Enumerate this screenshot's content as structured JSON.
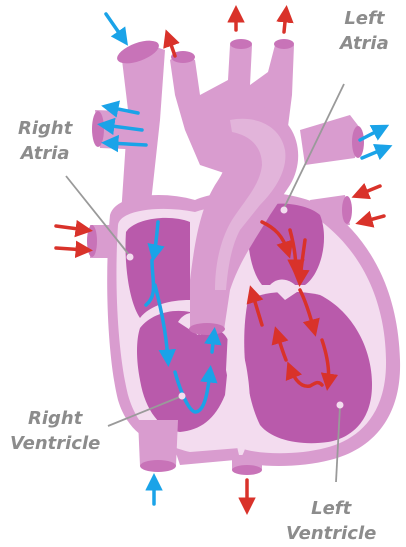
{
  "labels": {
    "left_atria": {
      "line1": "Left",
      "line2": "Atria"
    },
    "right_atria": {
      "line1": "Right",
      "line2": "Atria"
    },
    "right_ventricle": {
      "line1": "Right",
      "line2": "Ventricle"
    },
    "left_ventricle": {
      "line1": "Left",
      "line2": "Ventricle"
    }
  },
  "colors": {
    "heart_outer": "#d99ccf",
    "heart_mid": "#c873b8",
    "heart_dark": "#a8459c",
    "chamber": "#b95aab",
    "chamber_light": "#f3dcef",
    "deoxygenated_flow": "#1aa3e8",
    "oxygenated_flow": "#d9322a",
    "leader_line": "#9a9a9a"
  }
}
